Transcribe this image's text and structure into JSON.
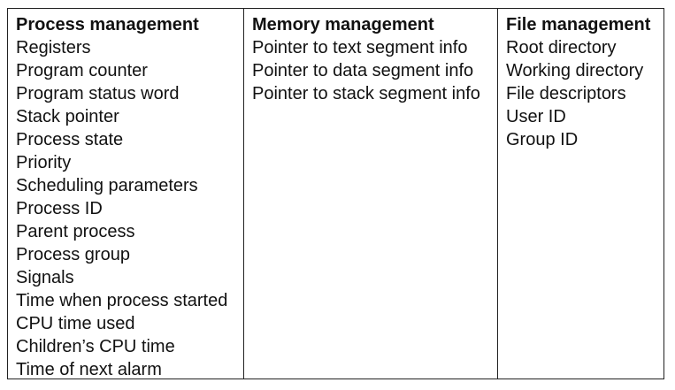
{
  "table": {
    "columns": [
      {
        "header": "Process management",
        "items": [
          "Registers",
          "Program counter",
          "Program status word",
          "Stack pointer",
          "Process state",
          "Priority",
          "Scheduling parameters",
          "Process ID",
          "Parent process",
          "Process group",
          "Signals",
          "Time when process started",
          "CPU time used",
          "Children’s CPU time",
          "Time of next alarm"
        ]
      },
      {
        "header": "Memory management",
        "items": [
          "Pointer to text segment info",
          "Pointer to data segment info",
          "Pointer to stack segment info"
        ]
      },
      {
        "header": "File management",
        "items": [
          "Root directory",
          "Working directory",
          "File descriptors",
          "User ID",
          "Group ID"
        ]
      }
    ]
  }
}
